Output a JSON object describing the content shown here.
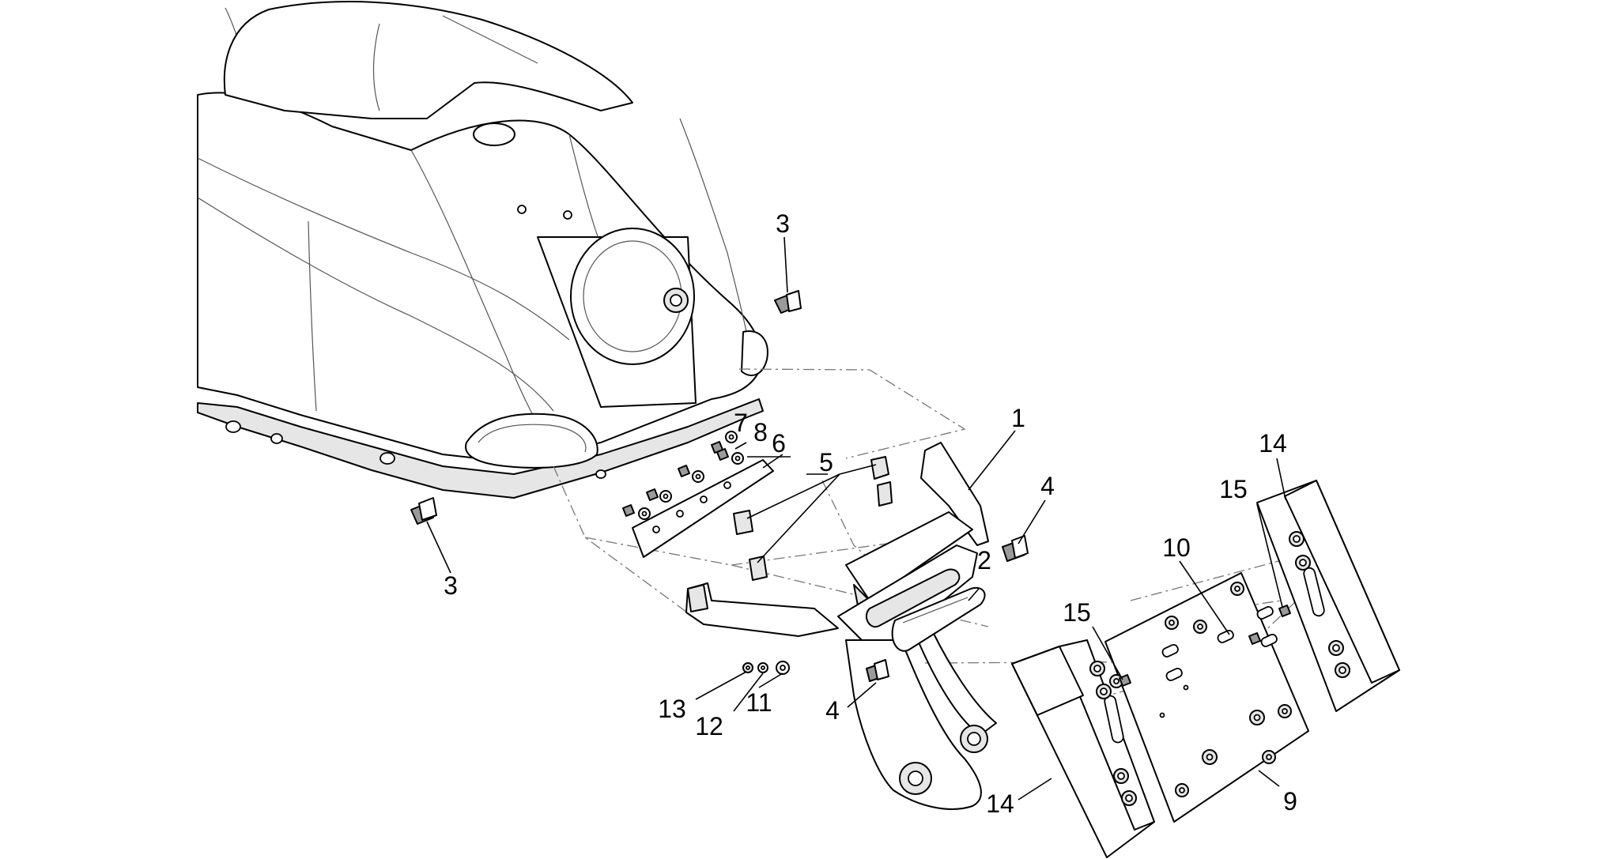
{
  "diagram": {
    "labels": [
      "1",
      "2",
      "3",
      "4",
      "5",
      "6",
      "7",
      "8",
      "9",
      "10",
      "11",
      "12",
      "13",
      "14",
      "15"
    ]
  }
}
